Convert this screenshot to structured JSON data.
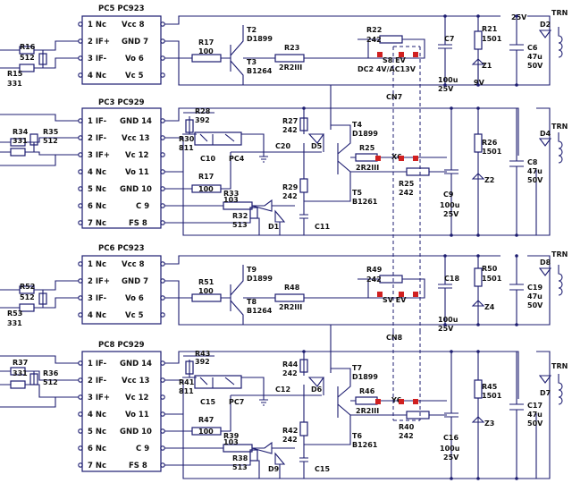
{
  "chips": {
    "u_top": {
      "title": "PC5  PC923",
      "pins": [
        "1 Nc",
        "2 IF+",
        "3 IF-",
        "4 Nc",
        "Vcc 8",
        "GND 7",
        "Vo 6",
        "Vc 5"
      ]
    },
    "u_mid": {
      "title": "PC3  PC929",
      "pins": [
        "1 IF-",
        "2 IF-",
        "3 IF+",
        "4 Nc",
        "5 Nc",
        "6 Nc",
        "7 Nc",
        "GND 14",
        "Vcc 13",
        "Vc 12",
        "Vo 11",
        "GND 10",
        "C 9",
        "FS 8"
      ]
    },
    "u_low": {
      "title": "PC6  PC923",
      "pins": [
        "1 Nc",
        "2 IF+",
        "3 IF-",
        "4 Nc",
        "Vcc 8",
        "GND 7",
        "Vo 6",
        "Vc 5"
      ]
    },
    "u_bot": {
      "title": "PC8  PC929",
      "pins": [
        "1 IF-",
        "2 IF-",
        "3 IF+",
        "4 Nc",
        "5 Nc",
        "6 Nc",
        "7 Nc",
        "GND 14",
        "Vcc 13",
        "Vc 12",
        "Vo 11",
        "GND 10",
        "C 9",
        "FS 8"
      ]
    }
  },
  "labels": {
    "r16": "R16",
    "r16v": "512",
    "r15": "R15",
    "r15v": "331",
    "r17": "R17",
    "r17v": "100",
    "t2": "T2",
    "t2p": "D1899",
    "t3": "T3",
    "t3p": "B1264",
    "r23": "R23",
    "r23v": "2R2III",
    "r22": "R22",
    "r22v": "242",
    "c7": "C7",
    "c7v1": "100u",
    "c7v2": "25V",
    "r21": "R21",
    "r21v": "1501",
    "z1": "Z1",
    "v9": "9V",
    "c6": "C6",
    "c6v1": "47u",
    "c6v2": "50V",
    "d2": "D2",
    "tri1": "TRN",
    "v25": "25V",
    "dc": "DC2 4V/AC13V",
    "sw1": "S8  EV",
    "cn7": "CN7",
    "r34": "R34",
    "r34v": "331",
    "r35": "R35",
    "r35v": "512",
    "r28": "R28",
    "r28v": "392",
    "r30": "R30",
    "r30v": "811",
    "c10": "C10",
    "pc4": "PC4",
    "c20": "C20",
    "r27": "R27",
    "r27v": "242",
    "t4": "T4",
    "t4p": "D1899",
    "d5": "D5",
    "r25a": "R25",
    "r25av": "2R2III",
    "x6": "X6",
    "r25b": "R25",
    "r25bv": "242",
    "c9": "C9",
    "c9v1": "100u",
    "c9v2": "25V",
    "r26": "R26",
    "r26v": "1501",
    "z2": "Z2",
    "c8": "C8",
    "c8v1": "47u",
    "c8v2": "50V",
    "d4": "D4",
    "tri2": "TRN",
    "r17b": "R17",
    "r17bv": "100",
    "r33": "R33",
    "r33v": "103",
    "r29": "R29",
    "r29v": "242",
    "t5": "T5",
    "t5p": "B1261",
    "r32": "R32",
    "r32v": "513",
    "d1": "D1",
    "c11": "C11",
    "r51": "R51",
    "r51v": "100",
    "t9": "T9",
    "t9p": "D1899",
    "t8": "T8",
    "t8p": "B1264",
    "r48": "R48",
    "r48v": "2R2III",
    "r49": "R49",
    "r49v": "242",
    "c18": "C18",
    "c18v1": "100u",
    "c18v2": "25V",
    "r50": "R50",
    "r50v": "1501",
    "z4": "Z4",
    "c19": "C19",
    "c19v1": "47u",
    "c19v2": "50V",
    "d8": "D8",
    "tri3": "TRN",
    "sw2": "SV  EV",
    "r52": "R52",
    "r52v": "512",
    "r53": "R53",
    "r53v": "331",
    "cn8": "CN8",
    "r37": "R37",
    "r37v": "331",
    "r36": "R36",
    "r36v": "512",
    "r43": "R43",
    "r43v": "392",
    "r41": "R41",
    "r41v": "811",
    "c15": "C15",
    "pc7": "PC7",
    "c12": "C12",
    "r44": "R44",
    "r44v": "242",
    "t7": "T7",
    "t7p": "D1899",
    "d6": "D6",
    "r46": "R46",
    "r46v": "2R2III",
    "y6": "Y6",
    "r40": "R40",
    "r40v": "242",
    "c16": "C16",
    "c16v1": "100u",
    "c16v2": "25V",
    "r45": "R45",
    "r45v": "1501",
    "z3": "Z3",
    "c17": "C17",
    "c17v1": "47u",
    "c17v2": "50V",
    "d7": "D7",
    "tri4": "TRN",
    "r47": "R47",
    "r47v": "100",
    "r39": "R39",
    "r39v": "103",
    "r42": "R42",
    "r42v": "242",
    "t6": "T6",
    "t6p": "B1261",
    "r38": "R38",
    "r38v": "513",
    "d9": "D9",
    "c15b": "C15"
  }
}
